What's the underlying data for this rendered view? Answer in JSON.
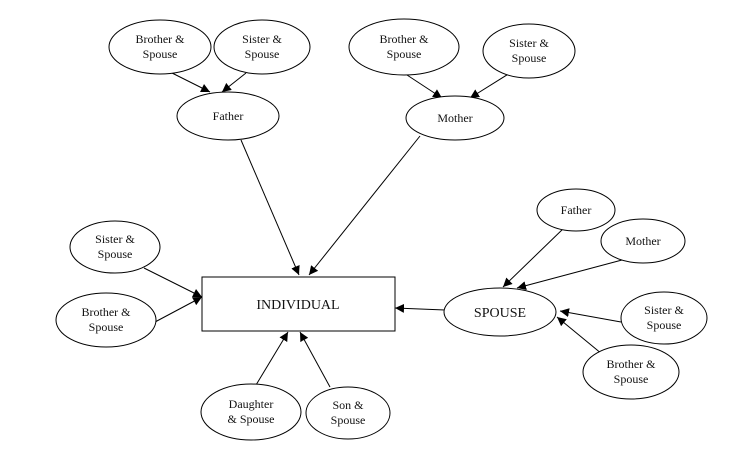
{
  "nodes": {
    "individual": "INDIVIDUAL",
    "father": "Father",
    "mother": "Mother",
    "spouse": "SPOUSE",
    "father_brother": [
      "Brother &",
      "Spouse"
    ],
    "father_sister": [
      "Sister &",
      "Spouse"
    ],
    "mother_brother": [
      "Brother &",
      "Spouse"
    ],
    "mother_sister": [
      "Sister &",
      "Spouse"
    ],
    "sister": [
      "Sister &",
      "Spouse"
    ],
    "brother": [
      "Brother &",
      "Spouse"
    ],
    "daughter": [
      "Daughter",
      "& Spouse"
    ],
    "son": [
      "Son &",
      "Spouse"
    ],
    "spouse_father": "Father",
    "spouse_mother": "Mother",
    "spouse_sister": [
      "Sister &",
      "Spouse"
    ],
    "spouse_brother": [
      "Brother &",
      "Spouse"
    ]
  },
  "colors": {
    "line": "#000000",
    "fill": "#ffffff",
    "text": "#111111"
  }
}
